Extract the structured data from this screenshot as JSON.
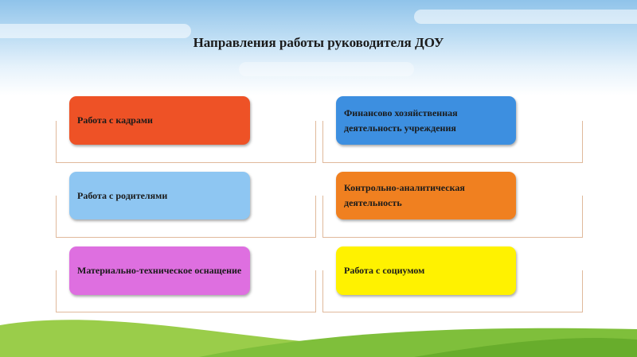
{
  "title": "Направления работы  руководителя ДОУ",
  "colors": {
    "frame_border": "#e0b99b",
    "kadry": "#ee5226",
    "finansy": "#3d8fe0",
    "roditeli": "#8ec6f2",
    "kontrol": "#f08020",
    "tehnich": "#de6fe0",
    "socium": "#fff200"
  },
  "cards": {
    "kadry": "Работа с кадрами",
    "finansy": "Финансово хозяйственная деятельность учреждения",
    "roditeli": "Работа с родителями",
    "kontrol": "Контрольно-аналитическая деятельность",
    "tehnich": "Материально-техническое оснащение",
    "socium": "Работа с социумом"
  }
}
